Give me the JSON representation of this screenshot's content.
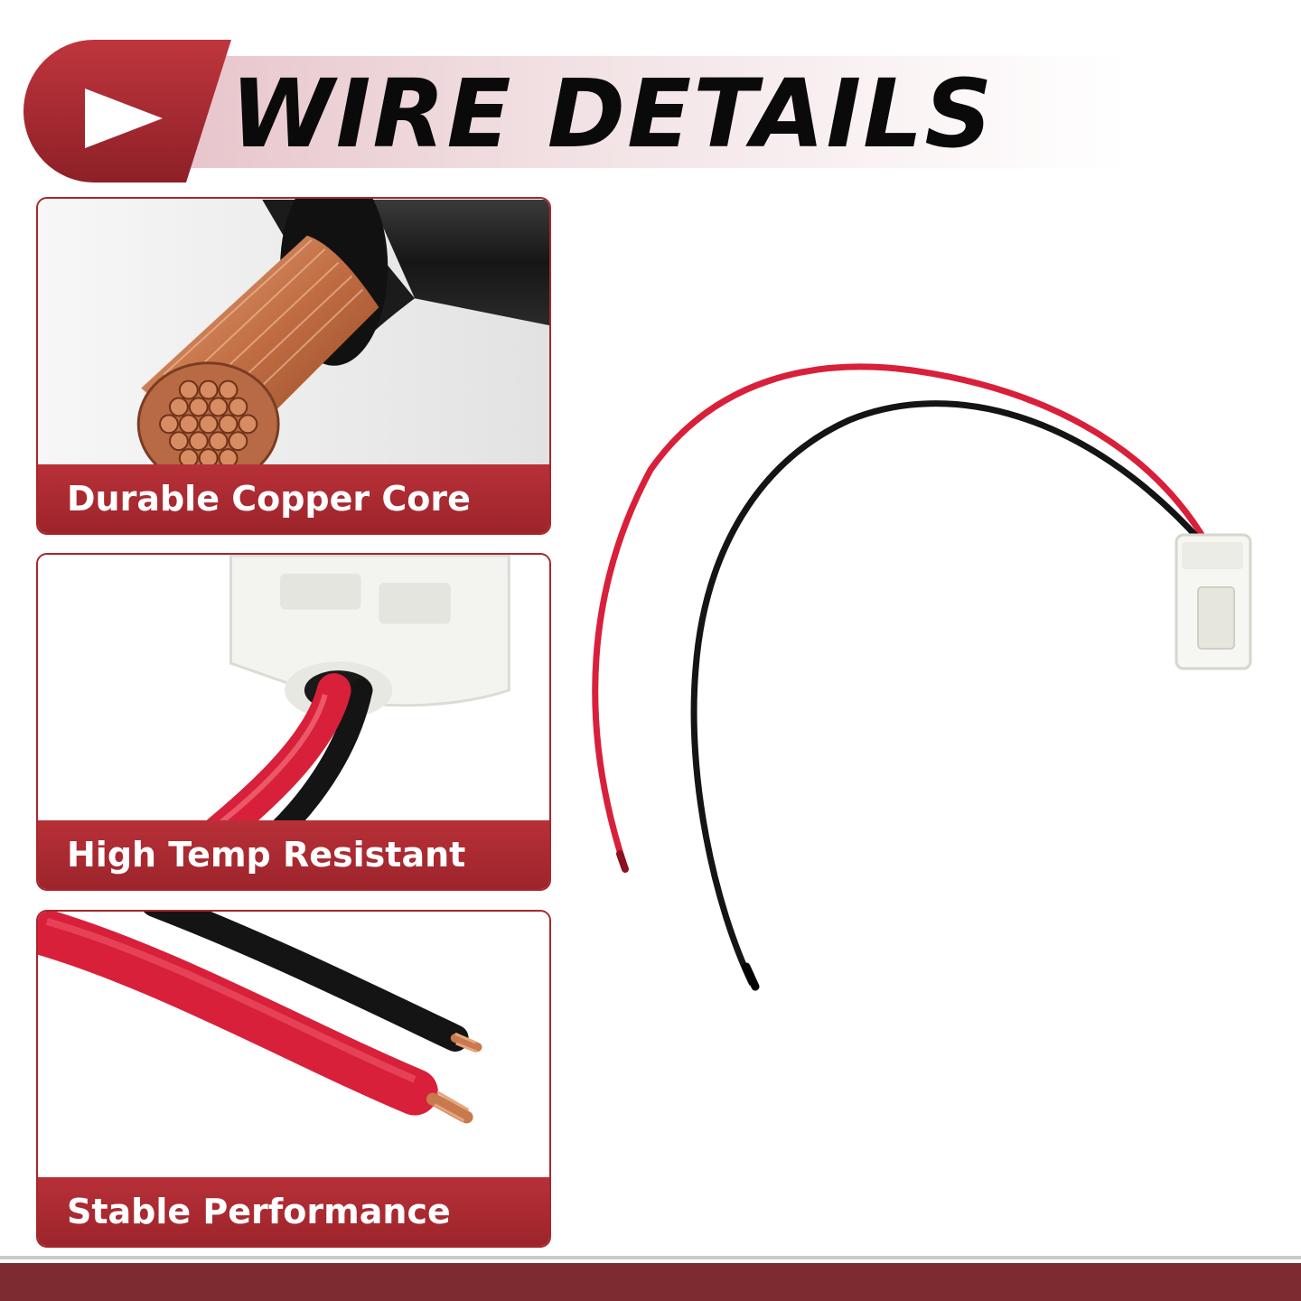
{
  "header": {
    "title": "WIRE DETAILS",
    "badge_icon": "play-icon"
  },
  "features": [
    {
      "label": "Durable Copper Core",
      "image": "copper-core-illustration"
    },
    {
      "label": "High Temp Resistant",
      "image": "connector-closeup-illustration"
    },
    {
      "label": "Stable Performance",
      "image": "stripped-wire-ends-illustration"
    }
  ],
  "colors": {
    "accent": "#a7262d",
    "accent_dark": "#7d2a31",
    "wire_red": "#d8203a",
    "wire_black": "#141414",
    "copper": "#c77a4e"
  }
}
